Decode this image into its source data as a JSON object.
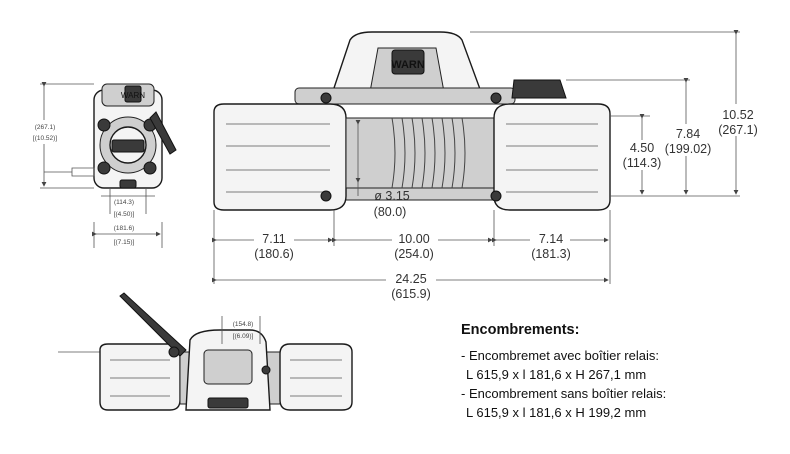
{
  "brand": {
    "logo_text": "WARN"
  },
  "dimensions": {
    "front_height": [
      "10.52",
      "(267.1)"
    ],
    "front_mid_height": [
      "7.84",
      "(199.02)"
    ],
    "front_spacing": [
      "4.50",
      "(114.3)"
    ],
    "drum_diameter": [
      "ø 3.15",
      "(80.0)"
    ],
    "left_segment": [
      "7.11",
      "(180.6)"
    ],
    "mid_segment": [
      "10.00",
      "(254.0)"
    ],
    "right_segment": [
      "7.14",
      "(181.3)"
    ],
    "total_length": [
      "24.25",
      "(615.9)"
    ],
    "side_height": [
      "(267.1)",
      "[(10.52)]"
    ],
    "side_spacing": [
      "(114.3)",
      "[(4.50)]"
    ],
    "side_width": [
      "(181.6)",
      "[(7.15)]"
    ],
    "top_depth": [
      "(154.8)",
      "[(6.09)]"
    ]
  },
  "caption": {
    "heading": "Encombrements:",
    "lines": [
      "- Encombremet avec boîtier relais:",
      "L 615,9 x l 181,6 x H 267,1 mm",
      "- Encombrement sans boîtier relais:",
      "L 615,9 x l 181,6 x H 199,2 mm"
    ]
  }
}
